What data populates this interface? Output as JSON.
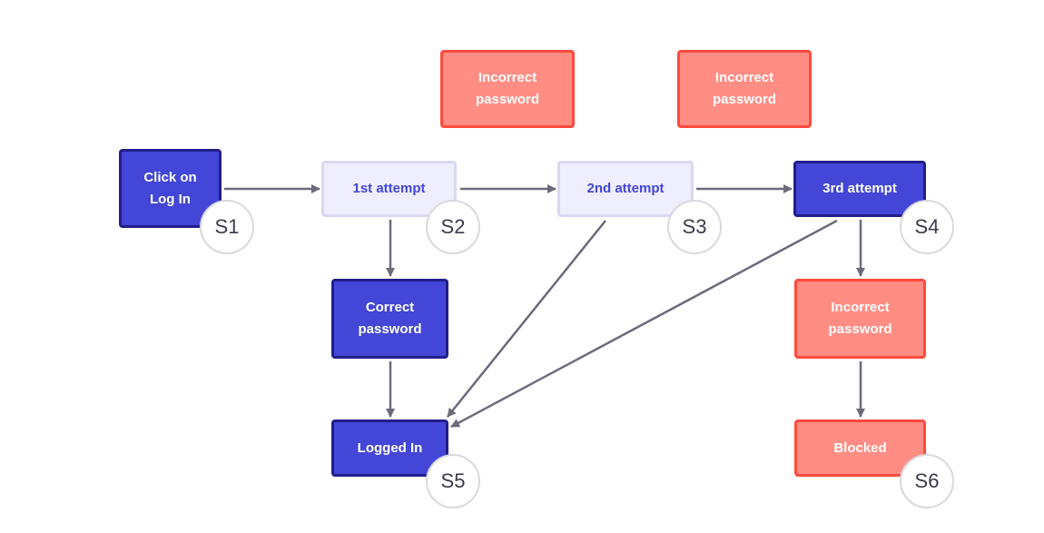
{
  "nodes": {
    "click_login": "Click on\nLog In",
    "attempt_1": "1st attempt",
    "attempt_2": "2nd attempt",
    "attempt_3": "3rd attempt",
    "incorrect_1": "Incorrect\npassword",
    "incorrect_2": "Incorrect\npassword",
    "incorrect_3": "Incorrect\npassword",
    "correct_password": "Correct\npassword",
    "logged_in": "Logged In",
    "blocked": "Blocked"
  },
  "states": {
    "s1": "S1",
    "s2": "S2",
    "s3": "S3",
    "s4": "S4",
    "s5": "S5",
    "s6": "S6"
  },
  "colors": {
    "primary": "#4346d6",
    "primary_border": "#221e8a",
    "light_fill": "#eeeeff",
    "light_border": "#d8d8f2",
    "error_fill": "#ff8d84",
    "error_border": "#ff4a3d",
    "arrow": "#6b6b7b"
  }
}
